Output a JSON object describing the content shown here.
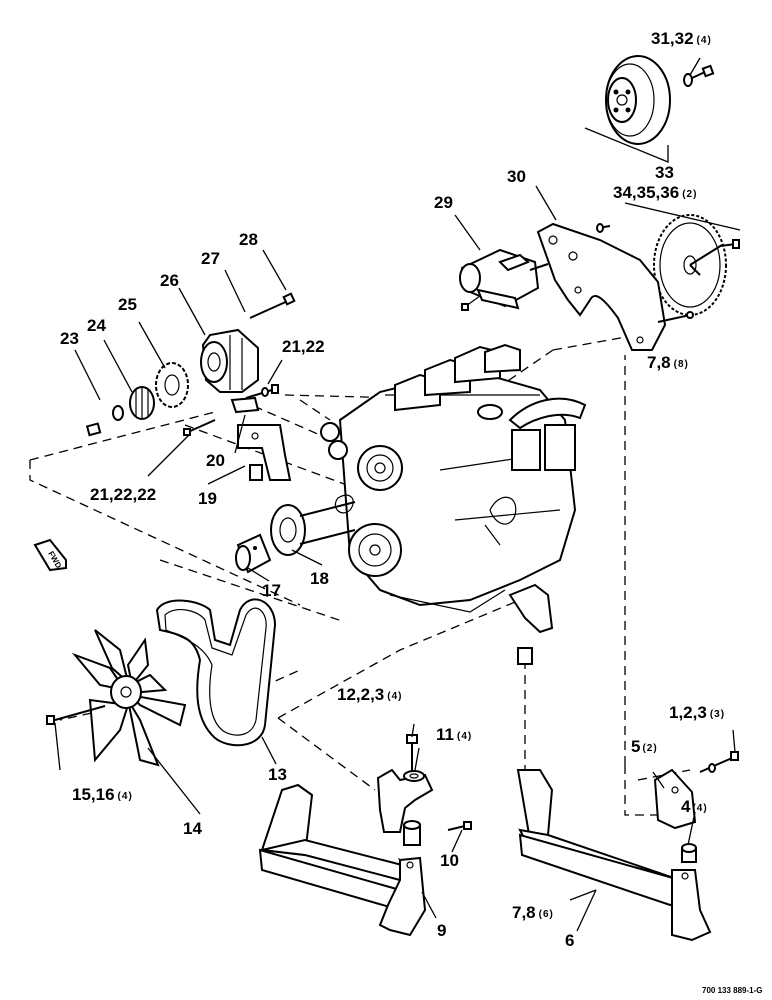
{
  "callouts": [
    {
      "id": "c1",
      "number": "31,32",
      "qty": "(4)"
    },
    {
      "id": "c2",
      "number": "33",
      "qty": ""
    },
    {
      "id": "c3",
      "number": "30",
      "qty": ""
    },
    {
      "id": "c4",
      "number": "34,35,36",
      "qty": "(2)"
    },
    {
      "id": "c5",
      "number": "29",
      "qty": ""
    },
    {
      "id": "c6",
      "number": "28",
      "qty": ""
    },
    {
      "id": "c7",
      "number": "27",
      "qty": ""
    },
    {
      "id": "c8",
      "number": "26",
      "qty": ""
    },
    {
      "id": "c9",
      "number": "25",
      "qty": ""
    },
    {
      "id": "c10",
      "number": "24",
      "qty": ""
    },
    {
      "id": "c11",
      "number": "23",
      "qty": ""
    },
    {
      "id": "c12",
      "number": "21,22",
      "qty": ""
    },
    {
      "id": "c13",
      "number": "7,8",
      "qty": "(8)"
    },
    {
      "id": "c14",
      "number": "20",
      "qty": ""
    },
    {
      "id": "c15",
      "number": "21,22,22",
      "qty": ""
    },
    {
      "id": "c16",
      "number": "19",
      "qty": ""
    },
    {
      "id": "c17",
      "number": "17",
      "qty": ""
    },
    {
      "id": "c18",
      "number": "18",
      "qty": ""
    },
    {
      "id": "c19",
      "number": "12,2,3",
      "qty": "(4)"
    },
    {
      "id": "c20",
      "number": "11",
      "qty": "(4)"
    },
    {
      "id": "c21",
      "number": "1,2,3",
      "qty": "(3)"
    },
    {
      "id": "c22",
      "number": "5",
      "qty": "(2)"
    },
    {
      "id": "c23",
      "number": "4",
      "qty": "(4)"
    },
    {
      "id": "c24",
      "number": "15,16",
      "qty": "(4)"
    },
    {
      "id": "c25",
      "number": "13",
      "qty": ""
    },
    {
      "id": "c26",
      "number": "14",
      "qty": ""
    },
    {
      "id": "c27",
      "number": "10",
      "qty": ""
    },
    {
      "id": "c28",
      "number": "7,8",
      "qty": "(6)"
    },
    {
      "id": "c29",
      "number": "9",
      "qty": ""
    },
    {
      "id": "c30",
      "number": "6",
      "qty": ""
    }
  ],
  "direction_arrow_label": "FWD",
  "drawing_reference": "700 133 889-1-G"
}
